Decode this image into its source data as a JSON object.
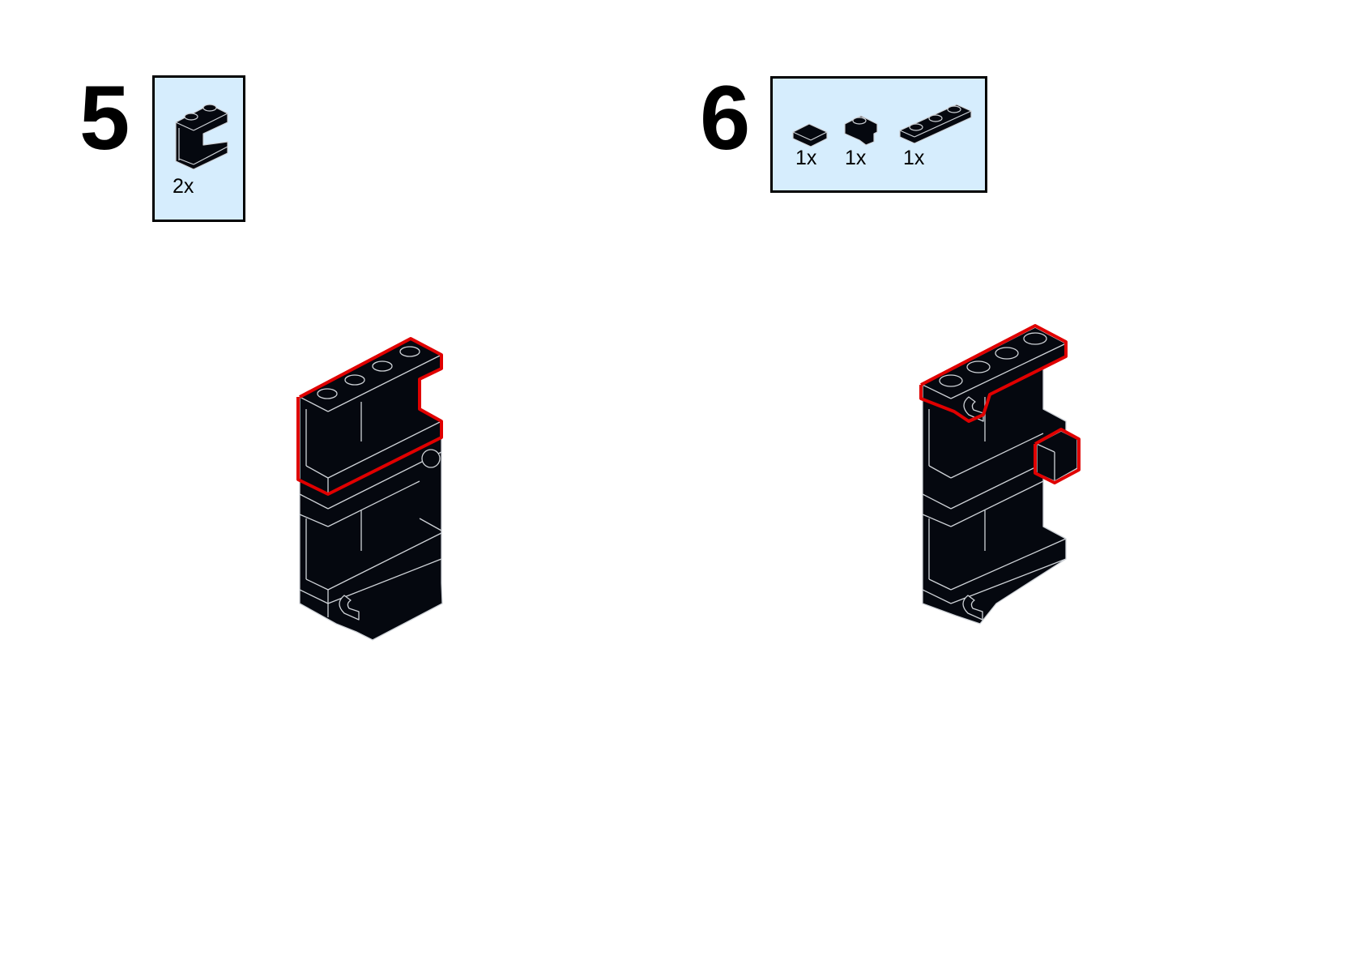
{
  "steps": [
    {
      "number": "5",
      "parts": [
        {
          "name": "panel-1x2x1",
          "quantity": "2x"
        }
      ]
    },
    {
      "number": "6",
      "parts": [
        {
          "name": "tile-1x1",
          "quantity": "1x"
        },
        {
          "name": "plate-1x1-clip",
          "quantity": "1x"
        },
        {
          "name": "plate-1x3",
          "quantity": "1x"
        }
      ]
    }
  ],
  "colors": {
    "part_box": "#d6edfd",
    "brick": "#05080f",
    "edge": "#cfd3d8",
    "highlight": "#e00000"
  }
}
